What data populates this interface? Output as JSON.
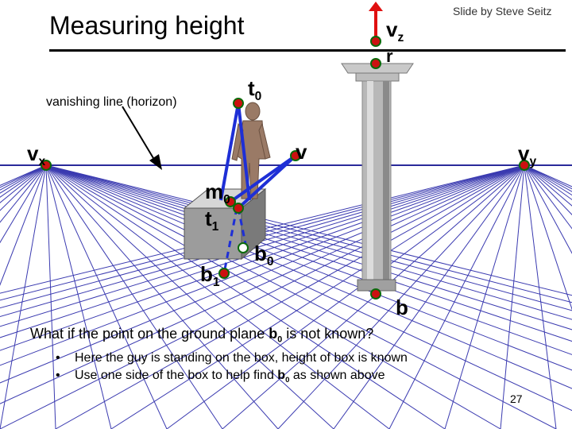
{
  "title": "Measuring height",
  "credit": "Slide by Steve Seitz",
  "horizon_label": "vanishing line (horizon)",
  "labels": {
    "vz": "v",
    "vz_sub": "z",
    "r": "r",
    "t0": "t",
    "t0_sub": "0",
    "vx": "v",
    "vx_sub": "x",
    "v": "v",
    "vy": "v",
    "vy_sub": "y",
    "m0": "m",
    "m0_sub": "0",
    "t1": "t",
    "t1_sub": "1",
    "b0": "b",
    "b0_sub": "0",
    "b1": "b",
    "b1_sub": "1",
    "b": "b"
  },
  "question": {
    "before": "What if the point on the ground plane ",
    "bold": "b",
    "bold_sub": "0",
    "after": " is not known?"
  },
  "bullets": [
    {
      "text": "Here the guy is standing on the box, height of box is known",
      "bold": "",
      "bold_sub": "",
      "after": ""
    },
    {
      "text": "Use one side of the box to help find ",
      "bold": "b",
      "bold_sub": "0",
      "after": " as shown above"
    }
  ],
  "page_number": "27",
  "colors": {
    "grid_lines": "#3a3ab0",
    "construction_lines": "#1e2fd6",
    "points": "#cc1111",
    "point_outline": "#0a6a0a",
    "arrow": "#e01010",
    "horizon": "#2a2a9a",
    "column": "#b8b8b8",
    "box_top": "#d6d6d6",
    "box_front": "#9c9c9c",
    "box_side": "#7a7a7a",
    "person": "#9a7a66"
  }
}
